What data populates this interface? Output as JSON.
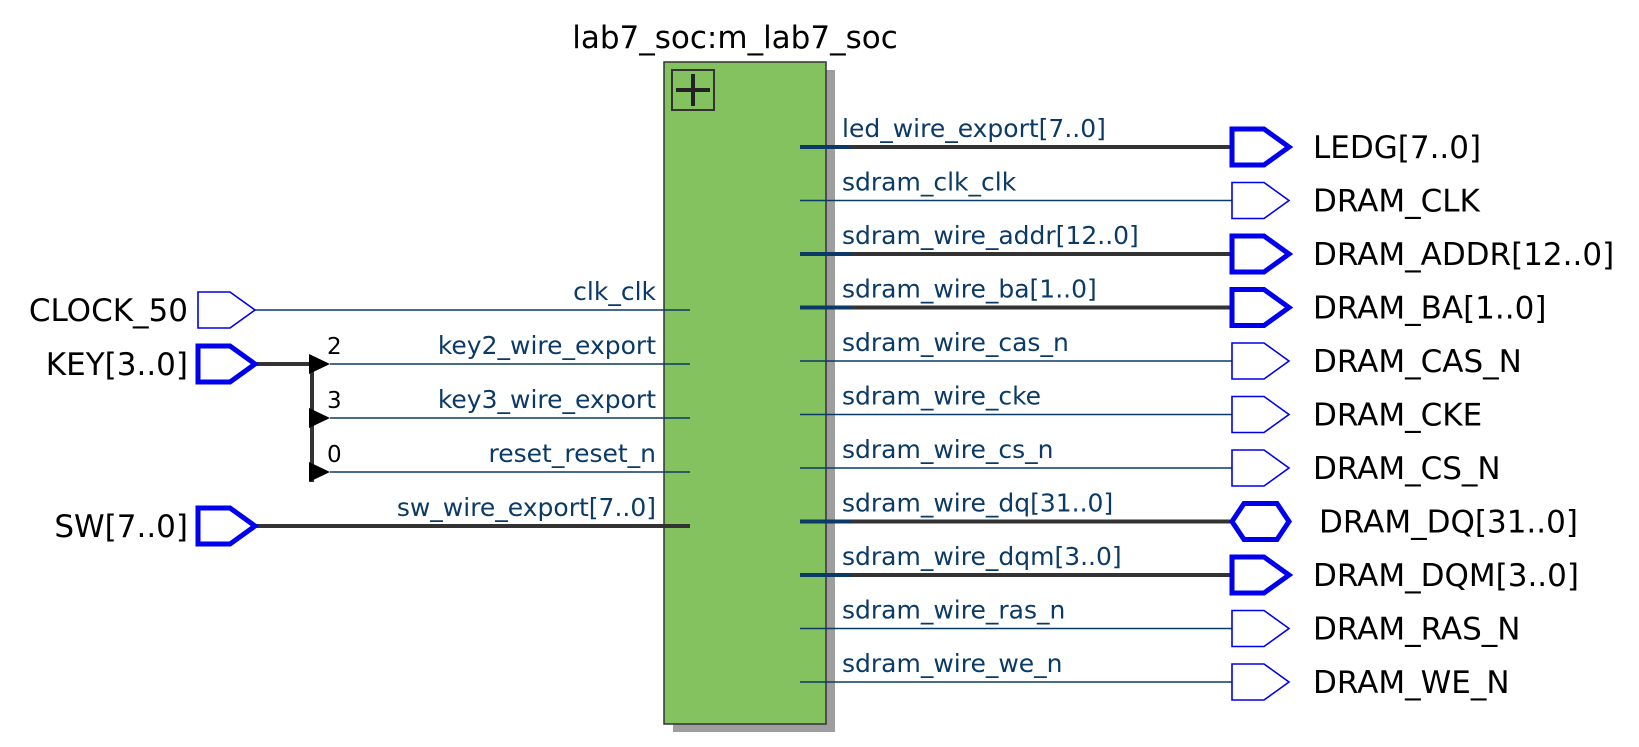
{
  "block": {
    "name": "lab7_soc:m_lab7_soc",
    "fill_color": "#84c15f",
    "shadow_color": "#9e9e9e",
    "expand_icon": "plus-icon"
  },
  "colors": {
    "pin_text": "#0b3a66",
    "port_outline": "#0000ee",
    "bus_wire": "#333333",
    "signal_wire": "#0b3a66"
  },
  "inputs": [
    {
      "port": "CLOCK_50",
      "pin": "clk_clk",
      "bus": false
    },
    {
      "port": "KEY[3..0]",
      "bus": true
    },
    {
      "port": "SW[7..0]",
      "pin": "sw_wire_export[7..0]",
      "bus": true
    }
  ],
  "key_splits": [
    {
      "bit": "2",
      "pin": "key2_wire_export"
    },
    {
      "bit": "3",
      "pin": "key3_wire_export"
    },
    {
      "bit": "0",
      "pin": "reset_reset_n"
    }
  ],
  "outputs": [
    {
      "pin": "led_wire_export[7..0]",
      "port": "LEDG[7..0]",
      "bus": true,
      "dir": "out"
    },
    {
      "pin": "sdram_clk_clk",
      "port": "DRAM_CLK",
      "bus": false,
      "dir": "out"
    },
    {
      "pin": "sdram_wire_addr[12..0]",
      "port": "DRAM_ADDR[12..0]",
      "bus": true,
      "dir": "out"
    },
    {
      "pin": "sdram_wire_ba[1..0]",
      "port": "DRAM_BA[1..0]",
      "bus": true,
      "dir": "out"
    },
    {
      "pin": "sdram_wire_cas_n",
      "port": "DRAM_CAS_N",
      "bus": false,
      "dir": "out"
    },
    {
      "pin": "sdram_wire_cke",
      "port": "DRAM_CKE",
      "bus": false,
      "dir": "out"
    },
    {
      "pin": "sdram_wire_cs_n",
      "port": "DRAM_CS_N",
      "bus": false,
      "dir": "out"
    },
    {
      "pin": "sdram_wire_dq[31..0]",
      "port": "DRAM_DQ[31..0]",
      "bus": true,
      "dir": "inout"
    },
    {
      "pin": "sdram_wire_dqm[3..0]",
      "port": "DRAM_DQM[3..0]",
      "bus": true,
      "dir": "out"
    },
    {
      "pin": "sdram_wire_ras_n",
      "port": "DRAM_RAS_N",
      "bus": false,
      "dir": "out"
    },
    {
      "pin": "sdram_wire_we_n",
      "port": "DRAM_WE_N",
      "bus": false,
      "dir": "out"
    }
  ]
}
